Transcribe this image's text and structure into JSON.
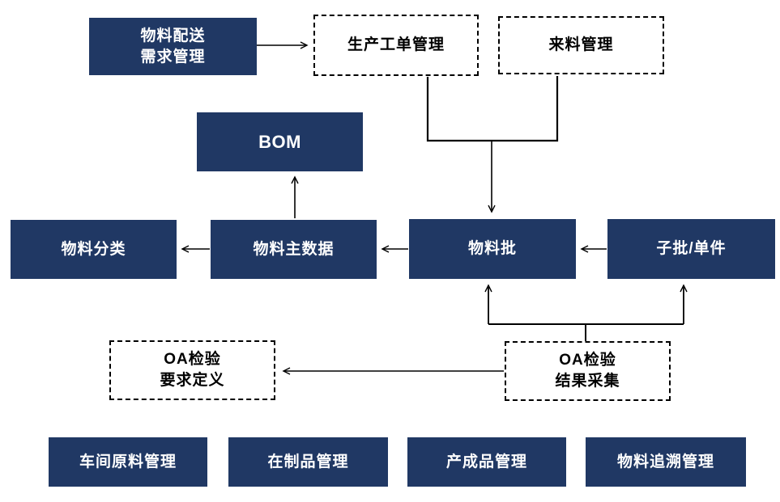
{
  "diagram": {
    "type": "flowchart",
    "colors": {
      "solid_box_fill": "#203864",
      "solid_box_text": "#ffffff",
      "dashed_box_border": "#000000",
      "dashed_box_text": "#000000",
      "arrow": "#000000",
      "background": "#ffffff"
    },
    "nodes": {
      "material_delivery": {
        "label": "物料配送\n需求管理",
        "style": "solid"
      },
      "production_order": {
        "label": "生产工单管理",
        "style": "dashed"
      },
      "incoming_material": {
        "label": "来料管理",
        "style": "dashed"
      },
      "bom": {
        "label": "BOM",
        "style": "solid"
      },
      "material_category": {
        "label": "物料分类",
        "style": "solid"
      },
      "material_master": {
        "label": "物料主数据",
        "style": "solid"
      },
      "material_batch": {
        "label": "物料批",
        "style": "solid"
      },
      "sub_batch": {
        "label": "子批/单件",
        "style": "solid"
      },
      "qa_requirement": {
        "label": "OA检验\n要求定义",
        "style": "dashed"
      },
      "qa_result": {
        "label": "OA检验\n结果采集",
        "style": "dashed"
      },
      "workshop_raw": {
        "label": "车间原料管理",
        "style": "solid"
      },
      "wip": {
        "label": "在制品管理",
        "style": "solid"
      },
      "finished_goods": {
        "label": "产成品管理",
        "style": "solid"
      },
      "material_trace": {
        "label": "物料追溯管理",
        "style": "solid"
      }
    },
    "edges": [
      {
        "from": "物料配送需求管理",
        "to": "生产工单管理"
      },
      {
        "from": "生产工单管理",
        "to": "物料批"
      },
      {
        "from": "来料管理",
        "to": "物料批"
      },
      {
        "from": "物料主数据",
        "to": "BOM"
      },
      {
        "from": "物料主数据",
        "to": "物料分类"
      },
      {
        "from": "物料批",
        "to": "物料主数据"
      },
      {
        "from": "子批/单件",
        "to": "物料批"
      },
      {
        "from": "OA检验结果采集",
        "to": "物料批"
      },
      {
        "from": "OA检验结果采集",
        "to": "子批/单件"
      },
      {
        "from": "OA检验结果采集",
        "to": "OA检验要求定义"
      }
    ]
  }
}
